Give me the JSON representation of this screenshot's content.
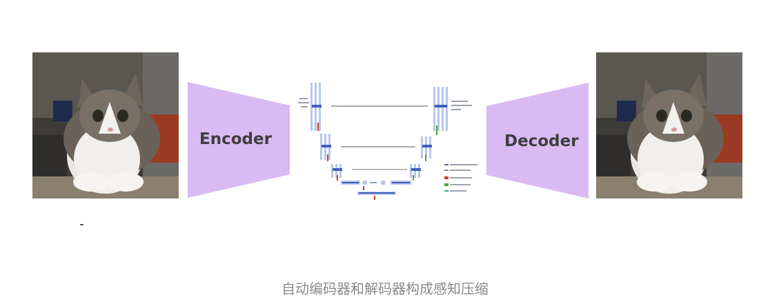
{
  "encoder": {
    "label": "Encoder"
  },
  "decoder": {
    "label": "Decoder"
  },
  "caption": "自动编码器和解码器构成感知压缩",
  "colors": {
    "funnel_fill": "#d9baf3",
    "unet_blue": "#3f5bbd",
    "unet_light": "#b7c7ec",
    "arrow_gray": "#8e8e8e",
    "arrow_red": "#c83b2c",
    "arrow_green": "#56a23a",
    "arrow_teal": "#2fa3a3",
    "caption_gray": "#8a8a8a"
  },
  "icons": [
    "cat-photo-input",
    "cat-photo-output",
    "unet-architecture-diagram"
  ]
}
